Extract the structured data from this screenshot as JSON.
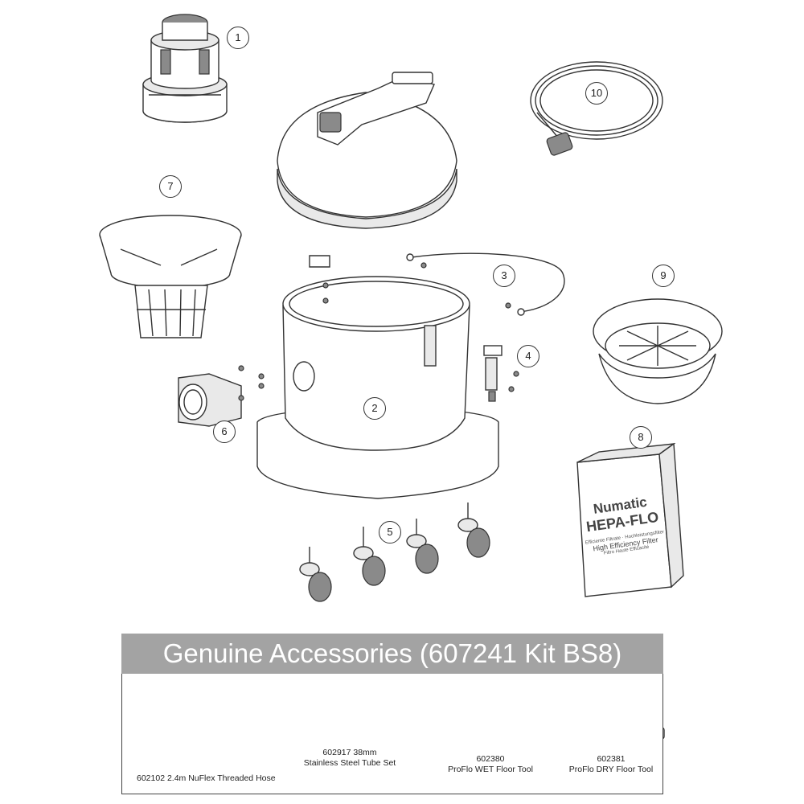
{
  "callouts": [
    "1",
    "2",
    "3",
    "4",
    "5",
    "6",
    "7",
    "8",
    "9",
    "10"
  ],
  "accessories": {
    "title": "Genuine Accessories (607241 Kit BS8)",
    "items": [
      {
        "caption": "602102 2.4m NuFlex Threaded Hose"
      },
      {
        "caption_line1": "602917 38mm",
        "caption_line2": "Stainless Steel Tube Set"
      },
      {
        "caption_line1": "602380",
        "caption_line2": "ProFlo WET Floor Tool"
      },
      {
        "caption_line1": "602381",
        "caption_line2": "ProFlo DRY Floor Tool"
      }
    ]
  },
  "filter_box": {
    "brand": "Numatic",
    "product": "HEPA-FLO",
    "text_lines": [
      "Efficiente Filtrate · Hochleistungsfilter",
      "High Efficiency Filter",
      "Filtro Haute Efficacité"
    ]
  },
  "colors": {
    "banner": "#a3a3a3",
    "line": "#333333"
  }
}
